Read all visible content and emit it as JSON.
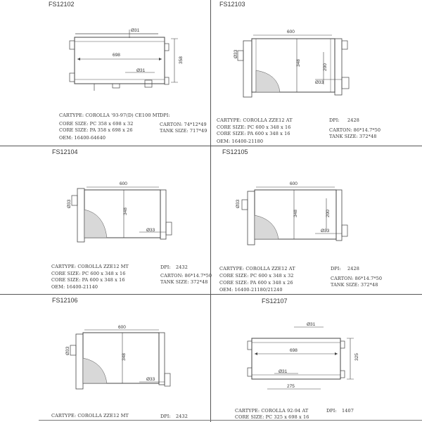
{
  "sheets": [
    {
      "code": "FS12102",
      "dims": {
        "width": "698",
        "height": "358",
        "inlet": "Ø31",
        "outlet": "Ø31"
      },
      "cartype": "CARTYPE: COROLLA '93-97(D) CE100 MT",
      "dpi_label": "DPI:",
      "dpi_value": "",
      "core1": "CORE SIZE:  PC 358 x 698 x 32",
      "core2": "CORE SIZE:  PA 358 x 698 x 26",
      "carton": "CARTON:  74*12*49",
      "tank": "TANK SIZE:  717*49",
      "oem": "OEM: 16400-64640"
    },
    {
      "code": "FS12103",
      "dims": {
        "width": "600",
        "height": "348",
        "inlet": "Ø33",
        "outlet": "Ø33",
        "aux": "200"
      },
      "cartype": "CARTYPE: COROLLA  ZZE12 AT",
      "dpi_label": "DPI:",
      "dpi_value": "2428",
      "core1": "CORE SIZE:  PC 600 x 348 x 16",
      "core2": "CORE SIZE:  PA 600 x 348 x 16",
      "carton": "CARTON:  86*14.7*50",
      "tank": "TANK SIZE:  372*48",
      "oem": "OEM: 16400-21180"
    },
    {
      "code": "FS12104",
      "dims": {
        "width": "600",
        "height": "348",
        "inlet": "Ø33",
        "outlet": "Ø33"
      },
      "cartype": "CARTYPE: COROLLA ZZE12 MT",
      "dpi_label": "DPI:",
      "dpi_value": "2432",
      "core1": "CORE SIZE:  PC 600 x 348 x 16",
      "core2": "CORE SIZE:  PA 600 x 348 x 16",
      "carton": "CARTON:  86*14.7*50",
      "tank": "TANK SIZE:  372*48",
      "oem": "OEM: 16400-21140"
    },
    {
      "code": "FS12105",
      "dims": {
        "width": "600",
        "height": "348",
        "inlet": "Ø33",
        "outlet": "Ø33",
        "aux": "200"
      },
      "cartype": "CARTYPE: COROLLA  ZZE12 AT",
      "dpi_label": "DPI:",
      "dpi_value": "2428",
      "core1": "CORE SIZE:  PC 600 x 348 x 32",
      "core2": "CORE SIZE:  PA 600 x 348 x 26",
      "carton": "CARTON:  86*14.7*50",
      "tank": "TANK SIZE:  372*48",
      "oem": "OEM: 16400-21180/21240"
    },
    {
      "code": "FS12106",
      "dims": {
        "width": "600",
        "height": "348",
        "inlet": "Ø33",
        "outlet": "Ø33"
      },
      "cartype": "CARTYPE: COROLLA ZZE12 MT",
      "dpi_label": "DPI:",
      "dpi_value": "2432",
      "core1": "",
      "core2": "",
      "carton": "",
      "tank": "",
      "oem": ""
    },
    {
      "code": "FS12107",
      "dims": {
        "width": "698",
        "height": "325",
        "inlet": "Ø31",
        "outlet": "Ø31",
        "aux": "275"
      },
      "cartype": "CARTYPE: COROLLA  92-94 AT",
      "dpi_label": "DPI:",
      "dpi_value": "1407",
      "core1": "CORE SIZE:  PC 325 x 698 x 16",
      "core2": "",
      "carton": "",
      "tank": "",
      "oem": ""
    }
  ]
}
